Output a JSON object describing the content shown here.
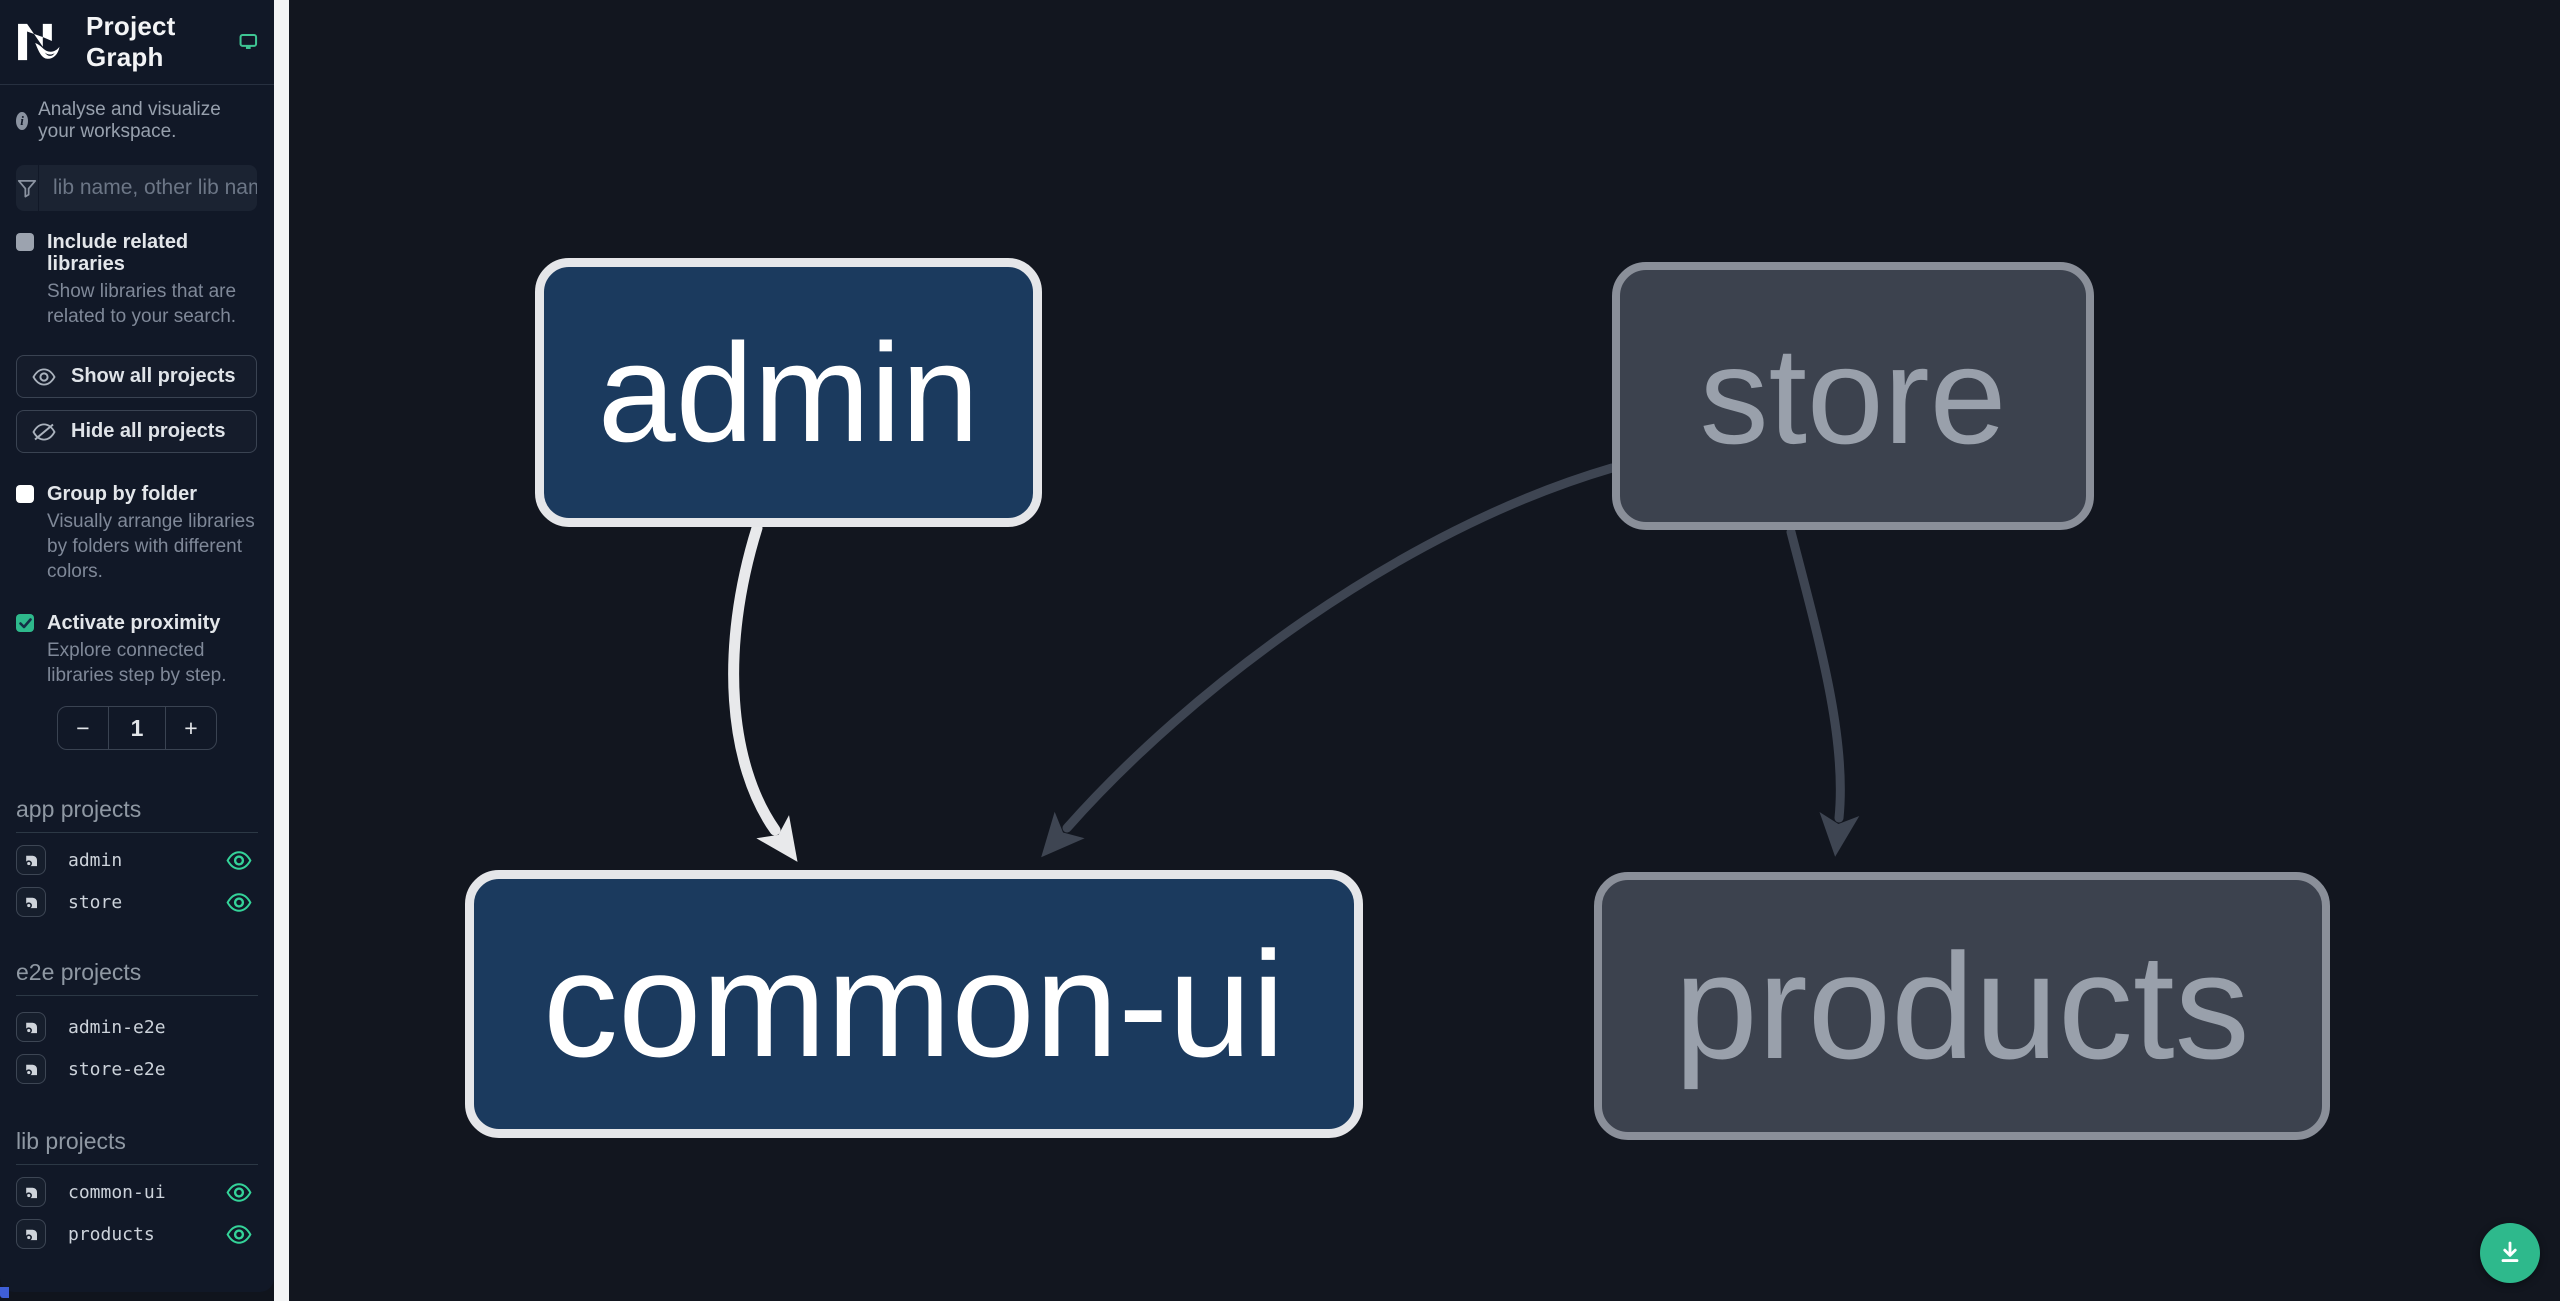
{
  "header": {
    "title": "Project Graph",
    "subtitle": "Analyse and visualize your workspace."
  },
  "search": {
    "placeholder": "lib name, other lib name"
  },
  "filters": {
    "include_related": {
      "label": "Include related libraries",
      "description": "Show libraries that are related to your search.",
      "checked": false
    },
    "group_by_folder": {
      "label": "Group by folder",
      "description": "Visually arrange libraries by folders with different colors.",
      "checked": false
    },
    "activate_proximity": {
      "label": "Activate proximity",
      "description": "Explore connected libraries step by step.",
      "checked": true
    }
  },
  "actions": {
    "show_all": "Show all projects",
    "hide_all": "Hide all projects"
  },
  "proximity": {
    "decrement": "−",
    "value": "1",
    "increment": "+"
  },
  "sections": [
    {
      "label": "app projects",
      "items": [
        {
          "name": "admin",
          "visible": true
        },
        {
          "name": "store",
          "visible": true
        }
      ]
    },
    {
      "label": "e2e projects",
      "items": [
        {
          "name": "admin-e2e",
          "visible": false
        },
        {
          "name": "store-e2e",
          "visible": false
        }
      ]
    },
    {
      "label": "lib projects",
      "items": [
        {
          "name": "common-ui",
          "visible": true
        },
        {
          "name": "products",
          "visible": true
        }
      ]
    }
  ],
  "graph": {
    "nodes": [
      {
        "id": "admin",
        "label": "admin",
        "state": "focused"
      },
      {
        "id": "store",
        "label": "store",
        "state": "unfocused"
      },
      {
        "id": "common-ui",
        "label": "common-ui",
        "state": "focused"
      },
      {
        "id": "products",
        "label": "products",
        "state": "unfocused"
      }
    ],
    "edges": [
      {
        "source": "admin",
        "target": "common-ui",
        "highlighted": true
      },
      {
        "source": "store",
        "target": "common-ui",
        "highlighted": false
      },
      {
        "source": "store",
        "target": "products",
        "highlighted": false
      }
    ]
  },
  "fab": {
    "icon": "download-icon"
  },
  "colors": {
    "accent_green": "#2eb98c",
    "eye_green": "#34d399",
    "focused_node_fill": "#1b3a5e",
    "focused_node_border": "#e5e6e9",
    "muted_node_fill": "#3c424e",
    "muted_node_border": "#8a8f99",
    "highlighted_edge": "#e8e9eb",
    "muted_edge": "#3e4552",
    "sidebar_bg": "#111827",
    "canvas_bg": "#12161f"
  }
}
